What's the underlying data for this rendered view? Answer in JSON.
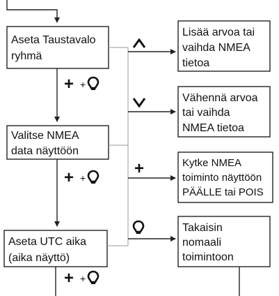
{
  "steps": [
    {
      "line1": "Aseta Taustavalo",
      "line2": "ryhmä"
    },
    {
      "line1": "Valitse NMEA",
      "line2": "data näyttöön"
    },
    {
      "line1": "Aseta UTC aika",
      "line2": "(aika näyttö)"
    }
  ],
  "advance_key": {
    "plus": "+",
    "joiner": "+",
    "icon": "bulb-icon"
  },
  "actions": [
    {
      "key_icon": "caret-up-icon",
      "lines": [
        "Lisää arvoa tai",
        "vaihda NMEA",
        "tietoa"
      ]
    },
    {
      "key_icon": "caret-down-icon",
      "lines": [
        "Vähennä arvoa",
        "tai vaihda",
        "NMEA tietoa"
      ]
    },
    {
      "key_icon": "plus-key",
      "key_text": "+",
      "lines": [
        "Kytke NMEA",
        "toiminto näyttöön",
        "PÄÄLLE tai POIS"
      ]
    },
    {
      "key_icon": "bulb-icon",
      "lines": [
        "Takaisin",
        "nomaali",
        "toimintoon"
      ]
    }
  ],
  "colors": {
    "line": "#222222",
    "grid": "#999999",
    "text": "#111111",
    "background": "#ffffff"
  }
}
